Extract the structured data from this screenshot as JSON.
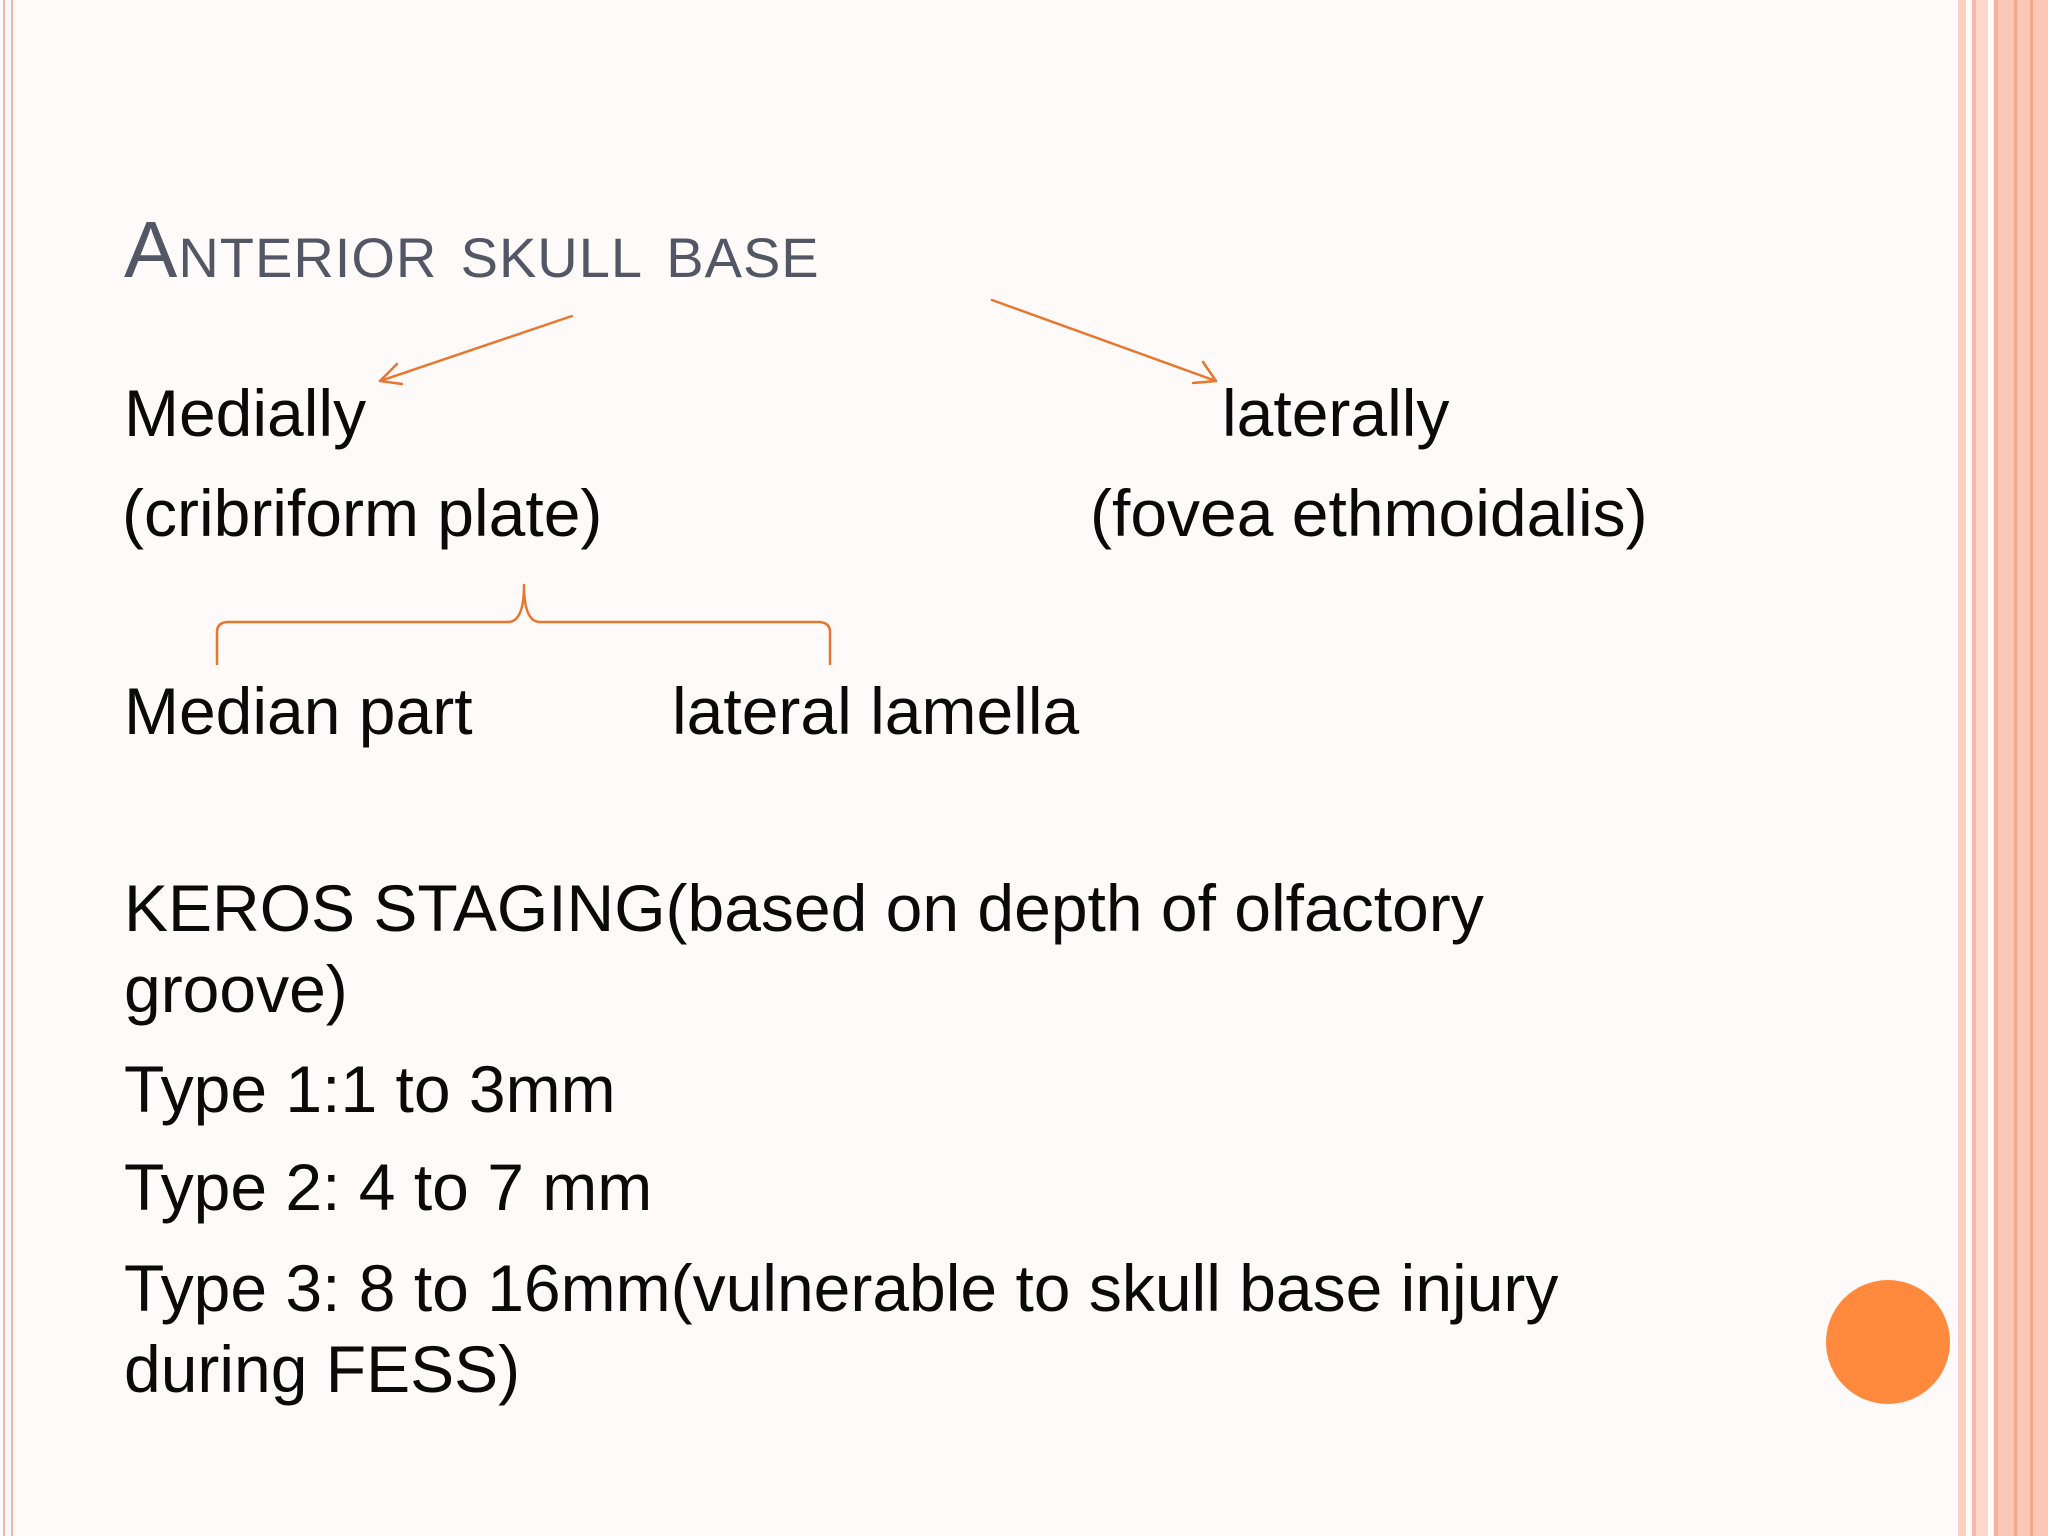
{
  "slide": {
    "title": "Anterior skull base",
    "medially": "Medially",
    "medially_note": "(cribriform plate)",
    "laterally": "laterally",
    "laterally_note": "(fovea ethmoidalis)",
    "median_part": "Median part",
    "lateral_lamella": "lateral lamella",
    "keros_line1": "KEROS STAGING(based on depth of olfactory",
    "keros_line2": "groove)",
    "type1": "Type 1:1 to 3mm",
    "type2": "Type 2: 4 to 7 mm",
    "type3_line1": "Type 3: 8 to 16mm(vulnerable to skull base injury",
    "type3_line2": "during FESS)"
  },
  "colors": {
    "accent_orange": "#e8762d",
    "dot_orange": "#ff8a3d",
    "title_gray": "#535765",
    "border_pink": "#f3b5a2"
  },
  "icons": {
    "arrow_left": "arrow-left-down-icon",
    "arrow_right": "arrow-right-down-icon",
    "brace": "curly-brace-icon",
    "dot": "orange-circle-icon"
  }
}
